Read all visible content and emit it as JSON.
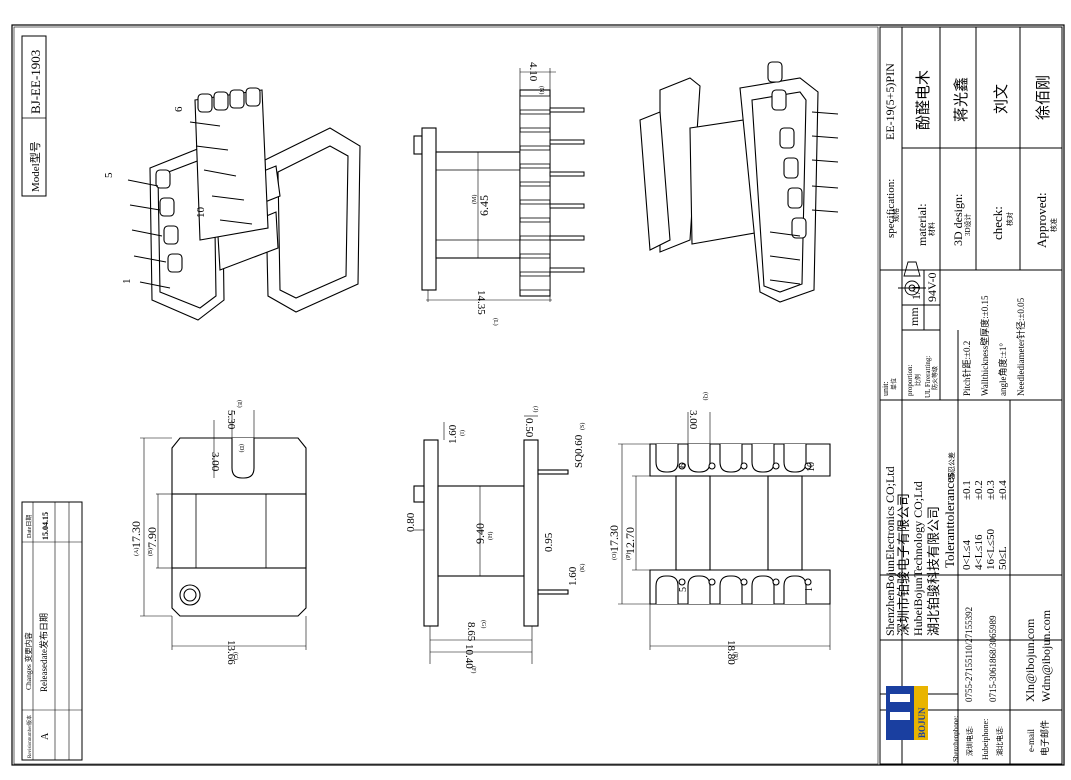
{
  "model": {
    "label": "Model型号",
    "value": "BJ-EE-1903"
  },
  "revision_table": {
    "headers": [
      "Revisionnumber版本",
      "Changes 变更内容",
      "Date日期"
    ],
    "rows": [
      [
        "A",
        "Releasedate发布日期",
        "15.04.15"
      ],
      [
        "",
        "",
        ""
      ],
      [
        "",
        "",
        ""
      ]
    ]
  },
  "pin_labels": [
    "1",
    "5",
    "6",
    "10"
  ],
  "dimensions": {
    "top_right_4_10": "4.10",
    "top_right_n": "(N)",
    "h_6_45": "6.45",
    "h_m": "(M)",
    "h_14_35": "14.35",
    "h_l": "(L)",
    "d_5_30": "5.30",
    "d_e": "(E)",
    "d_3_00": "3.00",
    "d_d": "(D)",
    "d_17_30": "17.30",
    "d_a": "(A)",
    "d_7_90": "7.90",
    "d_b": "(B)",
    "d_13_66": "13.66",
    "d_c": "(C)",
    "s_1_60": "1.60",
    "s_i": "(I)",
    "s_0_50": "0.50",
    "s_j": "(J)",
    "s_0_80": "0.80",
    "s_9_40": "9.40",
    "s_h": "(H)",
    "s_0_95": "0.95",
    "s_1_60b": "1.60",
    "s_k": "(K)",
    "s_8_65": "8.65",
    "s_g": "(G)",
    "s_10_40": "10.40",
    "s_f": "(F)",
    "s_sq": "SQ0.60",
    "s_s": "(S)",
    "b_3_00": "3.00",
    "b_q": "(Q)",
    "b_17_30": "17.30",
    "b_12_70": "12.70",
    "b_o": "(O)",
    "b_p": "(P)",
    "b_18_80": "18.80",
    "b_r": "(R)"
  },
  "title_block": {
    "spec_label": "specification:",
    "spec_label_cn": "规格",
    "spec_value": "EE-19(5+5)PIN",
    "material_label": "material:",
    "material_label_cn": "材料",
    "material_value": "酚醛电木",
    "design_label": "3D design:",
    "design_label_cn": "3D设计",
    "design_value": "蒋光鑫",
    "check_label": "check:",
    "check_label_cn": "核对",
    "check_value": "刘文",
    "approved_label": "Approved:",
    "approved_label_cn": "核准",
    "approved_value": "徐佰刚",
    "unit_label": "unit:",
    "unit_label_cn": "单位",
    "unit_value": "mm",
    "proportion_label": "proportion:",
    "proportion_label_cn": "比例",
    "proportion_value": "1/1",
    "ul_label": "UL Fireratting:",
    "ul_label_cn": "防火等级",
    "ul_value": "94V-0",
    "tol_title": "Toleranttolerances",
    "tol_title_cn": "容忍公差",
    "tol_rows": [
      [
        "0<L≤4",
        "±0.1"
      ],
      [
        "4<L≤16",
        "±0.2"
      ],
      [
        "16<L≤50",
        "±0.3"
      ],
      [
        "50≤L",
        "±0.4"
      ]
    ],
    "tol_notes": [
      "Pitch针距:±0.2",
      "Wallthickness壁厚度:±0.15",
      "angle角度:±1°",
      "Needlediameter针径:±0.05"
    ],
    "company": [
      "ShenzhenBojunElectronics CO;Ltd",
      "深圳市铂骏电子有限公司",
      "HubeiBojunTechnology CO;Ltd",
      "湖北铂骏科技有限公司"
    ],
    "logo_text": "BOJUN",
    "shenzhen_phone_label": "Shenzhenphone:",
    "shenzhen_phone_label_cn": "深圳电话:",
    "shenzhen_phone": "0755-27155110/27155392",
    "hubei_phone_label": "Hubeiphone:",
    "hubei_phone_label_cn": "湖北电话:",
    "hubei_phone": "0715-3061868/3065989",
    "email_label": "e-mail",
    "email_label_cn": "电子邮件",
    "emails": [
      "Xln@ibojun.com",
      "Wdm@ibojun.com"
    ]
  }
}
